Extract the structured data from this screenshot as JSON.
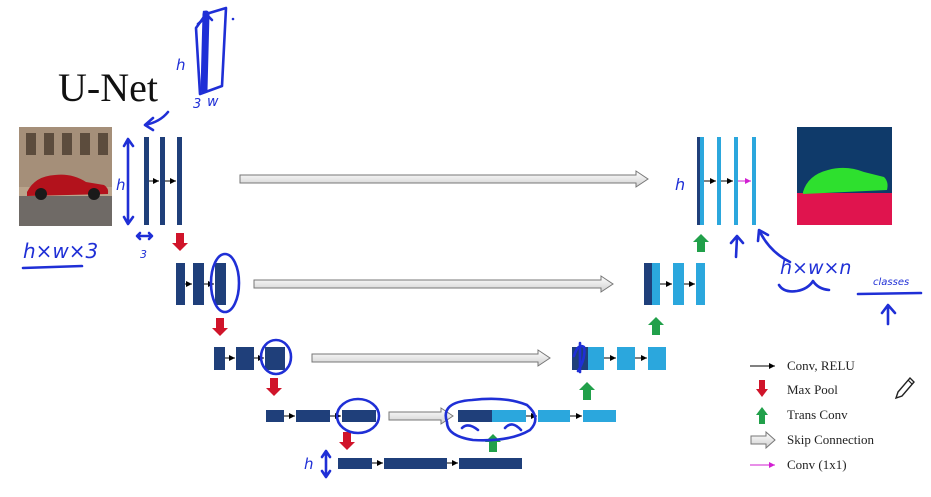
{
  "title": "U-Net",
  "legend": [
    {
      "key": "conv",
      "label": "Conv, RELU"
    },
    {
      "key": "pool",
      "label": "Max Pool"
    },
    {
      "key": "trans",
      "label": "Trans Conv"
    },
    {
      "key": "skip",
      "label": "Skip Connection"
    },
    {
      "key": "conv1x1",
      "label": "Conv (1x1)"
    }
  ],
  "annotations": {
    "input_shape": "h×w×3",
    "output_shape": "h×w×n",
    "output_sub": "classes",
    "h": "h",
    "w": "w",
    "three": "3"
  },
  "colors": {
    "dark_block": "#1f3f7a",
    "light_block": "#2ba7dd",
    "pool_arrow": "#d0142a",
    "trans_arrow": "#21a04a",
    "skip_fill": "#e8e8e8",
    "conv1x1": "#d21fd2",
    "handwriting": "#1f2fd6",
    "seg_bg": "#0f3a6a",
    "seg_car": "#2ee02e",
    "seg_road": "#e0144e"
  }
}
